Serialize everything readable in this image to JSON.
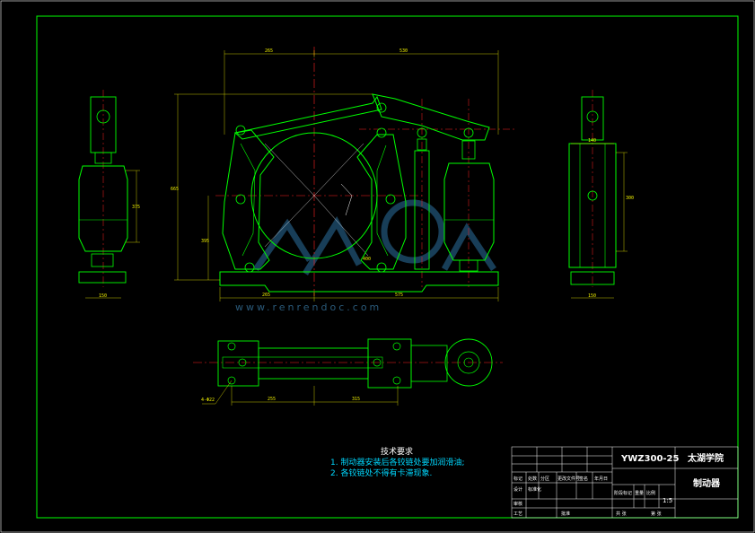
{
  "colors": {
    "background": "#000000",
    "frame": "#00ff00",
    "part_line": "#00ff00",
    "center_line": "#ff2020",
    "dimension": "#f0f000",
    "construction": "#ffffff",
    "notes_text": "#00d8ff",
    "watermark": "#1e4e6e"
  },
  "dimensions": {
    "top_left": "265",
    "top_right": "530",
    "left_height": "665",
    "left_mid": "395",
    "bottom_left": "265",
    "bottom_right": "575",
    "left_view_height": "375",
    "left_view_base": "150",
    "right_view_height": "300",
    "right_view_base": "150",
    "right_view_top": "140",
    "plan_left": "255",
    "plan_right": "315",
    "plan_callout": "4-Φ22",
    "arc_label": "400"
  },
  "notes": {
    "title": "技术要求",
    "lines": [
      "1. 制动器安装后各铰链处要加润滑油;",
      "2. 各铰链处不得有卡滞现象."
    ]
  },
  "title_block": {
    "model": "YWZ300-25",
    "school": "太湖学院",
    "part_name": "制动器",
    "scale": "1:5",
    "header_cells": [
      "标记",
      "处数",
      "分区",
      "更改文件号",
      "签名",
      "年月日"
    ],
    "row_labels": [
      "设计",
      "标准化"
    ],
    "stage_label": "阶段标记",
    "weight_label": "重量",
    "scale_label": "比例",
    "approve_labels": [
      "审核",
      "工艺",
      "批准"
    ],
    "sheet_labels": [
      "共 张",
      "第 张"
    ]
  },
  "watermark": {
    "text": "www.renrendoc.com"
  }
}
